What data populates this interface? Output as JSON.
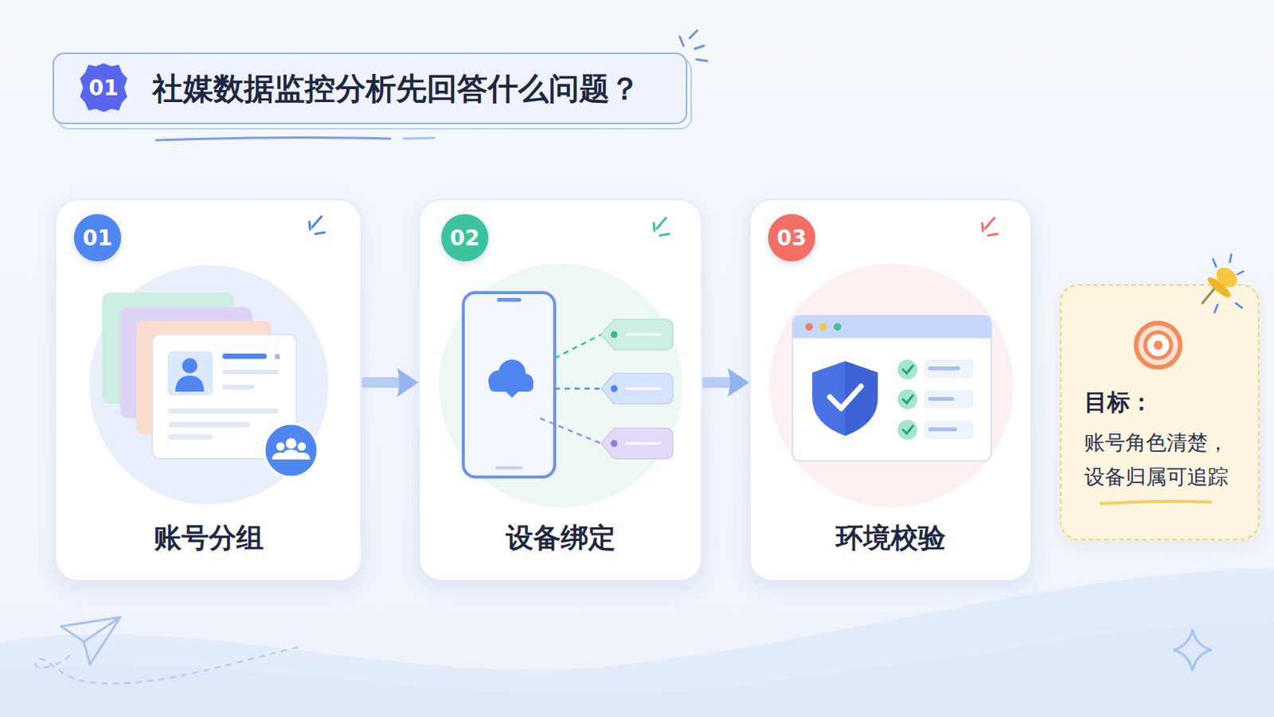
{
  "diagram": {
    "title": "社媒数据监控分析先回答什么问题？",
    "nodes": [
      {
        "text": [
          "账号分组"
        ]
      },
      {
        "text": [
          "01"
        ],
        "in": 0
      },
      {
        "text": [
          "设备绑定"
        ]
      },
      {
        "text": [
          "02"
        ],
        "in": 2
      },
      {
        "text": [
          "环境校验"
        ]
      },
      {
        "text": [
          "03"
        ],
        "in": 4
      },
      {
        "text": [
          "目标：",
          "账号角色清楚， 设备归属可追踪"
        ]
      }
    ],
    "edges": [
      {
        "from": 0,
        "to": 2,
        "arrow": "to"
      },
      {
        "from": 2,
        "to": 4,
        "arrow": "to"
      }
    ],
    "labels": [
      "01"
    ]
  }
}
